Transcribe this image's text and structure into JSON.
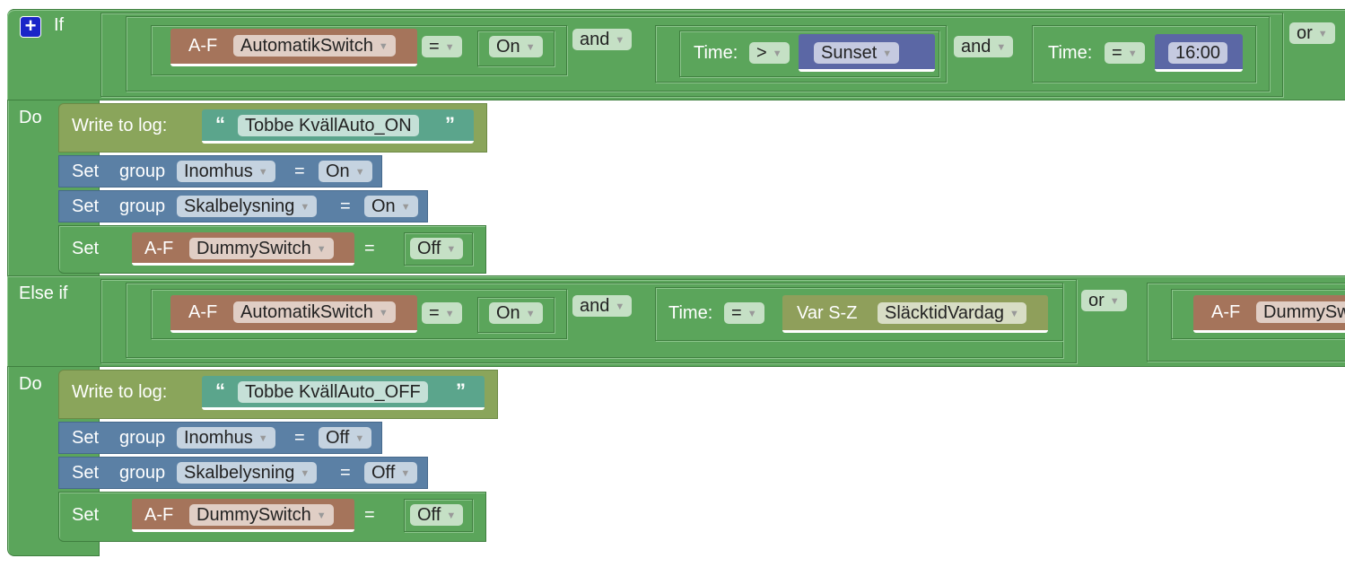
{
  "if_block": {
    "if_label": "If",
    "do_label": "Do",
    "else_if_label": "Else if",
    "plus_icon": "mutator-plus-icon"
  },
  "cond1": {
    "device_prefix": "A-F",
    "device": "AutomatikSwitch",
    "op": "=",
    "value": "On",
    "and1": "and",
    "time1_label": "Time:",
    "time1_op": ">",
    "time1_value": "Sunset",
    "and2": "and",
    "time2_label": "Time:",
    "time2_op": "=",
    "time2_value": "16:00",
    "or": "or"
  },
  "do1": {
    "log_label": "Write to log:",
    "log_text": "Tobbe KvällAuto_ON",
    "set_label": "Set",
    "group_label": "group",
    "g1": "Inomhus",
    "g1_val": "On",
    "g2": "Skalbelysning",
    "g2_val": "On",
    "eq": "=",
    "dev_prefix": "A-F",
    "dev": "DummySwitch",
    "dev_val": "Off"
  },
  "cond2": {
    "device_prefix": "A-F",
    "device": "AutomatikSwitch",
    "op": "=",
    "value": "On",
    "and1": "and",
    "time_label": "Time:",
    "time_op": "=",
    "var_prefix": "Var S-Z",
    "var": "SläcktidVardag",
    "or": "or",
    "dev2_prefix": "A-F",
    "dev2": "DummySw"
  },
  "do2": {
    "log_label": "Write to log:",
    "log_text": "Tobbe KvällAuto_OFF",
    "set_label": "Set",
    "group_label": "group",
    "g1": "Inomhus",
    "g1_val": "Off",
    "g2": "Skalbelysning",
    "g2_val": "Off",
    "eq": "=",
    "dev_prefix": "A-F",
    "dev": "DummySwitch",
    "dev_val": "Off"
  },
  "colors": {
    "logic": "#5ba55b",
    "device": "#a5745b",
    "group": "#5b80a5",
    "time": "#5b67a5",
    "variable": "#8f9f5b",
    "text": "#5ba58c",
    "log": "#8aa55b"
  }
}
